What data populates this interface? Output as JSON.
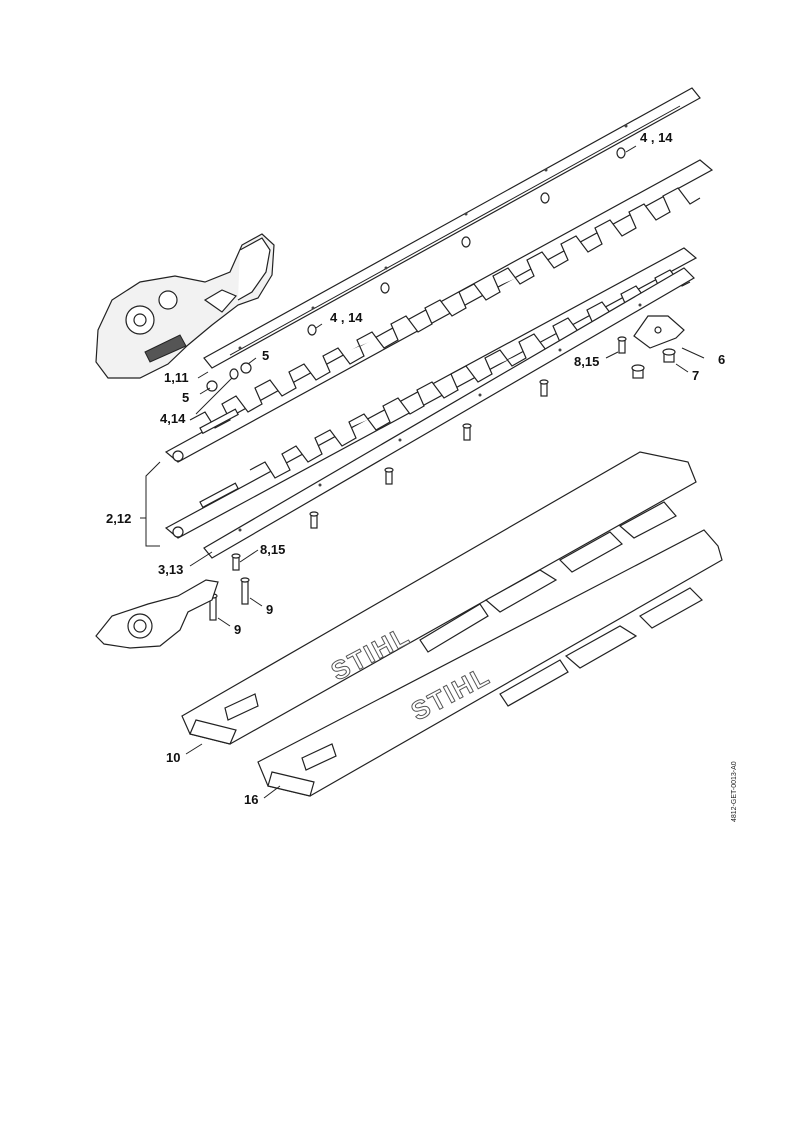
{
  "callouts": {
    "c_4_14_top": "4 , 14",
    "c_4_14_mid": "4 , 14",
    "c_5_a": "5",
    "c_1_11": "1,11",
    "c_5_b": "5",
    "c_4_14_low": "4,14",
    "c_8_15_right": "8,15",
    "c_6": "6",
    "c_7": "7",
    "c_2_12": "2,12",
    "c_3_13": "3,13",
    "c_8_15_left": "8,15",
    "c_9_a": "9",
    "c_9_b": "9",
    "c_10": "10",
    "c_16": "16"
  },
  "brand": "STIHL",
  "reference_code": "4812-GET-0013-A0",
  "colors": {
    "line": "#222222",
    "fill": "#ffffff",
    "shade": "#f2f2f2"
  }
}
